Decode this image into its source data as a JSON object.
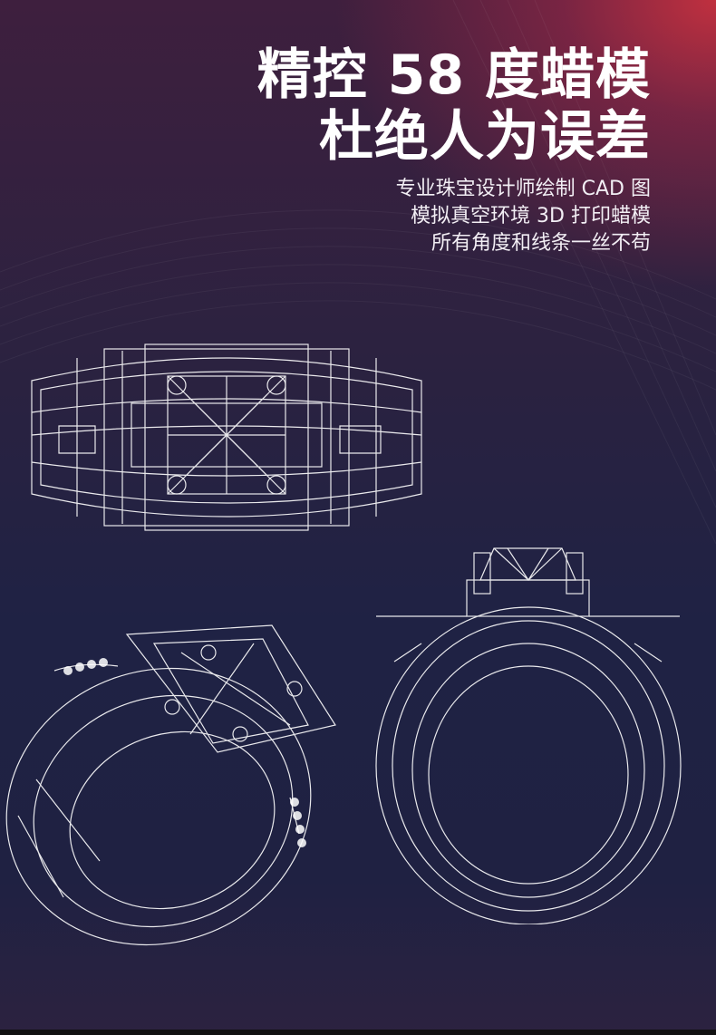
{
  "headline": {
    "line1": "精控 58 度蜡模",
    "line2": "杜绝人为误差"
  },
  "subtitle": {
    "line1": "专业珠宝设计师绘制 CAD 图",
    "line2": "模拟真空环境 3D 打印蜡模",
    "line3": "所有角度和线条一丝不苟"
  },
  "colors": {
    "accent": "#c0303f",
    "background": "#1f2244",
    "wire": "#ffffff"
  }
}
